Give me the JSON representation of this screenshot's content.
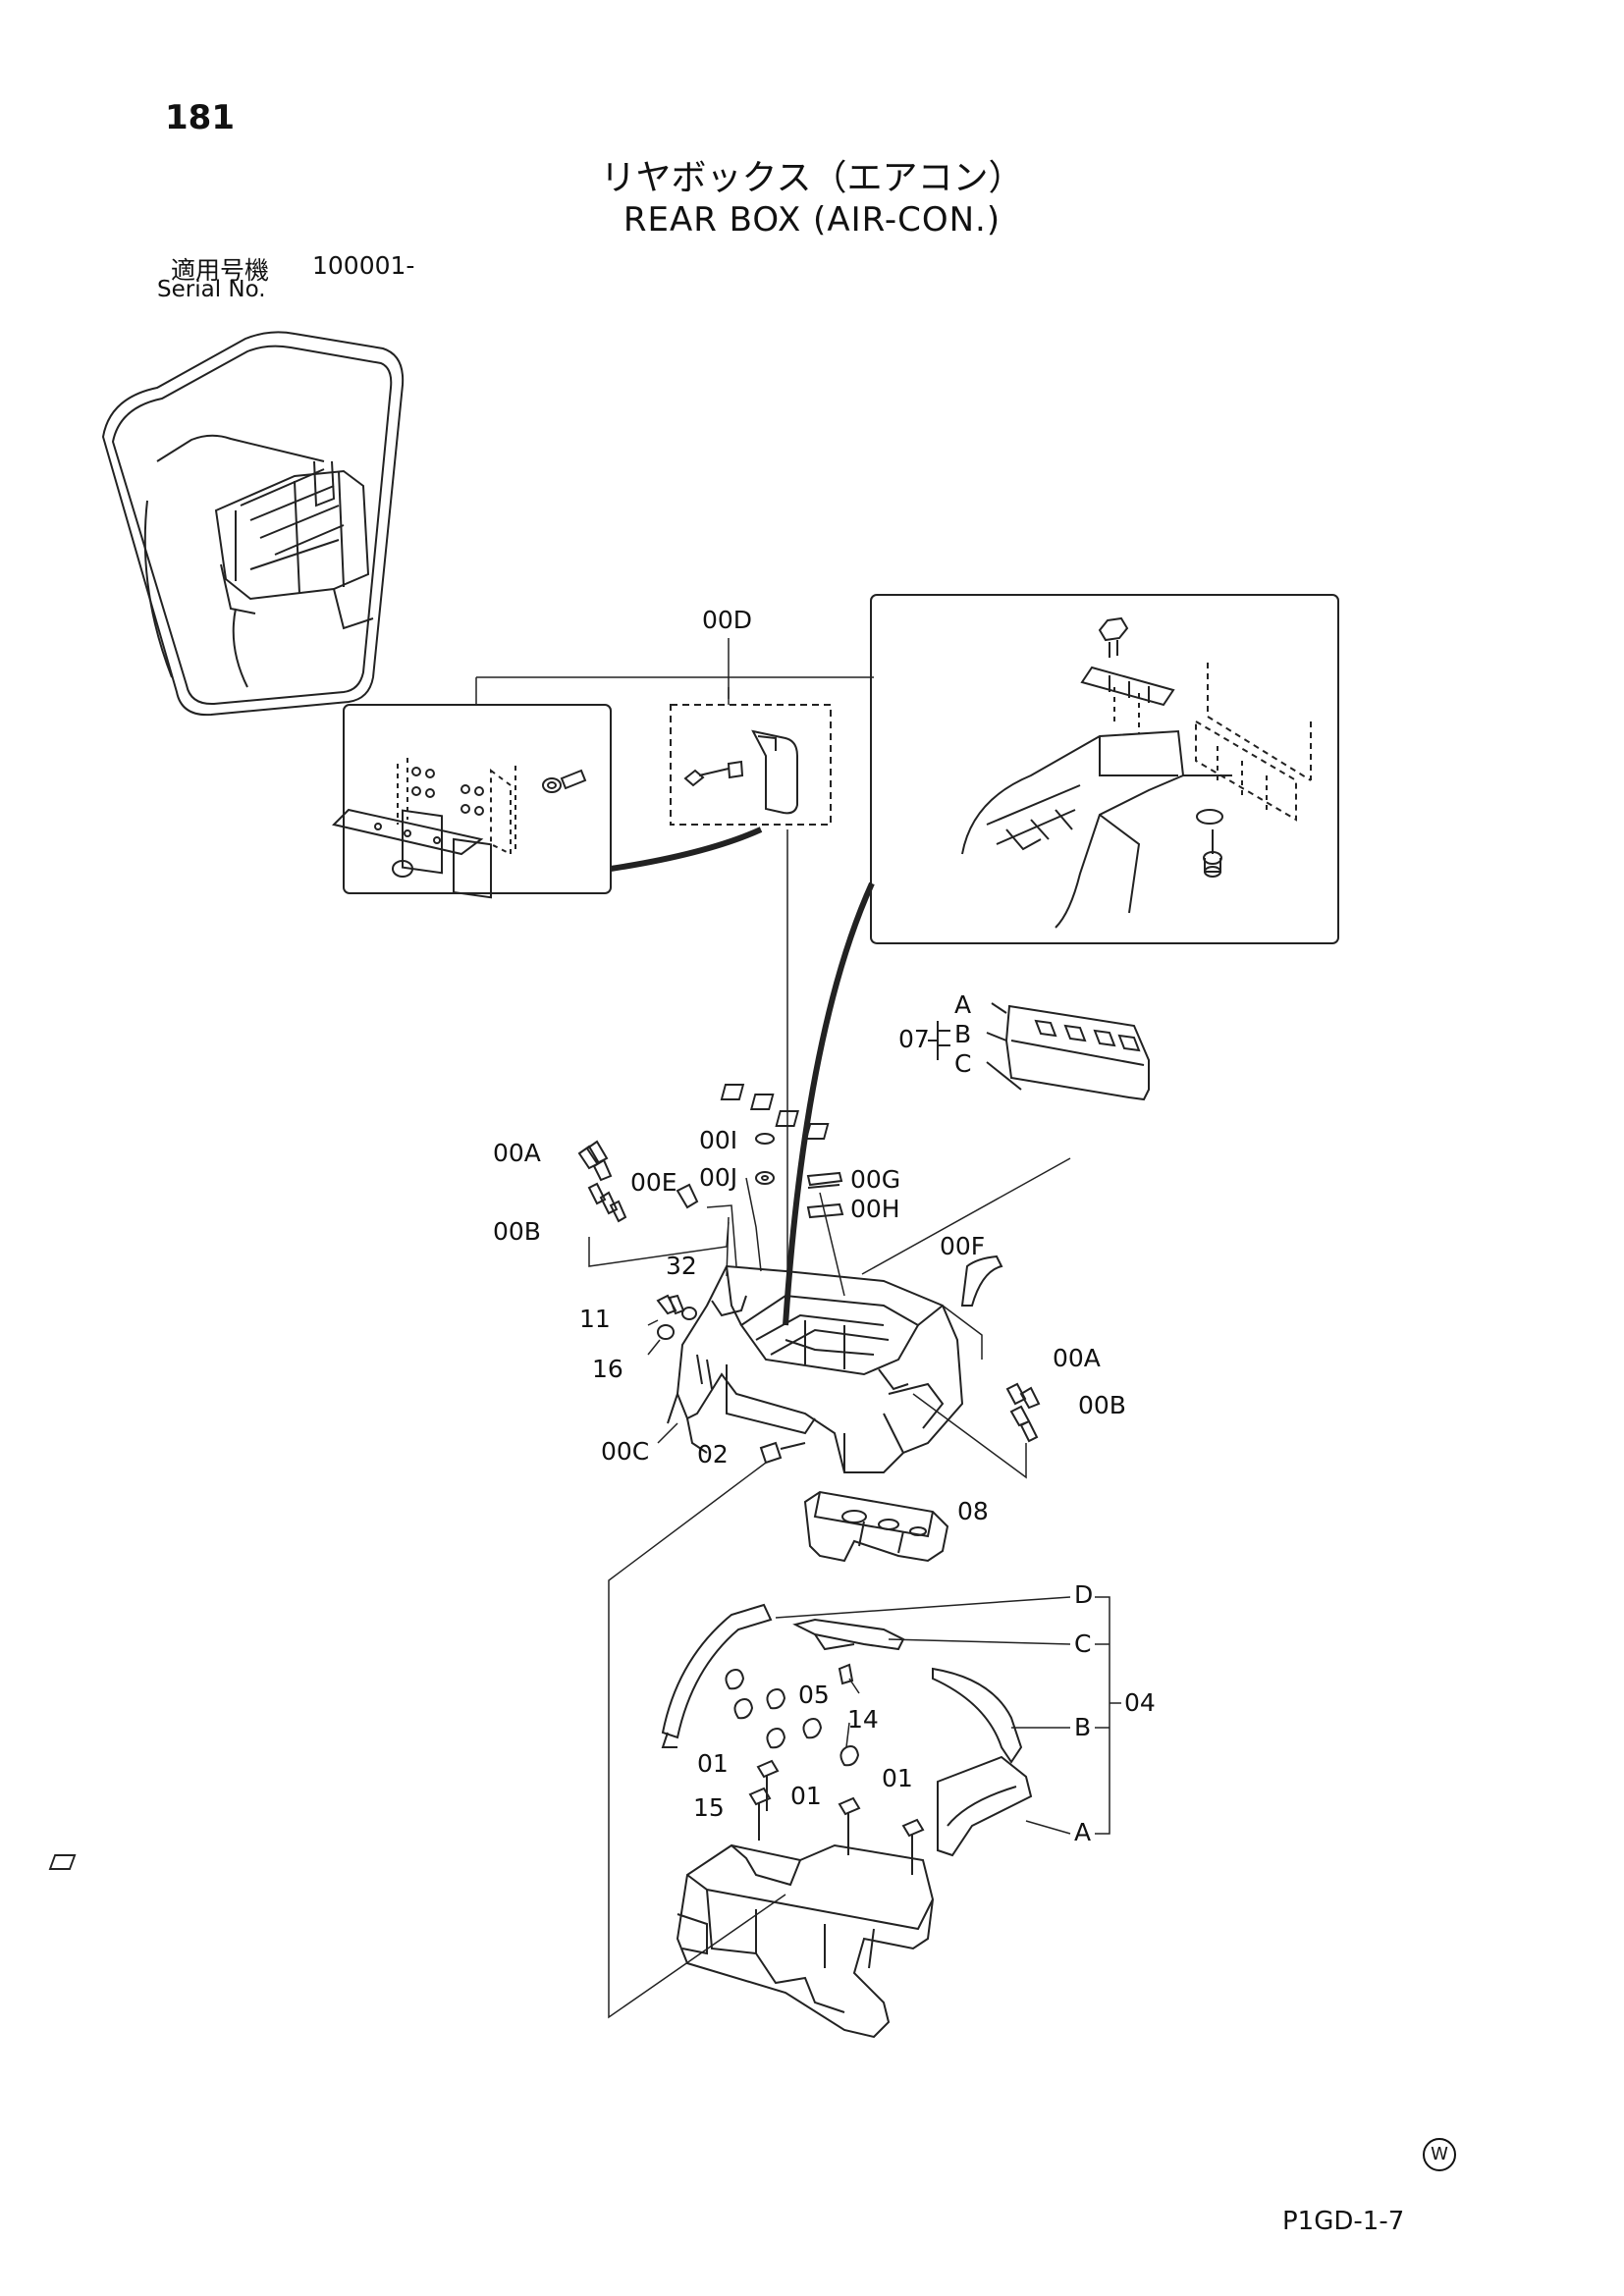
{
  "header": {
    "page_number": "181",
    "title_jp": "リヤボックス（エアコン）",
    "title_en": "REAR BOX (AIR-CON.)",
    "serial_label_jp": "適用号機",
    "serial_value": "100001-",
    "serial_label_en": "Serial No."
  },
  "callouts": {
    "c00D": "00D",
    "c07": "07",
    "c07A": "A",
    "c07B": "B",
    "c07C": "C",
    "c00I": "00I",
    "c00J": "00J",
    "c00G": "00G",
    "c00H": "00H",
    "c00A_left": "00A",
    "c00E": "00E",
    "c00B_left": "00B",
    "c32": "32",
    "c00F": "00F",
    "c11": "11",
    "c16": "16",
    "c00A_right": "00A",
    "c00B_right": "00B",
    "c00C": "00C",
    "c02": "02",
    "c08": "08",
    "c04D": "D",
    "c04C": "C",
    "c05": "05",
    "c04B": "B",
    "c04": "04",
    "c14": "14",
    "c01_a": "01",
    "c01_b": "01",
    "c01_c": "01",
    "c15": "15",
    "c04A": "A"
  },
  "footer": {
    "mark": "W",
    "page_code": "P1GD-1-7"
  }
}
